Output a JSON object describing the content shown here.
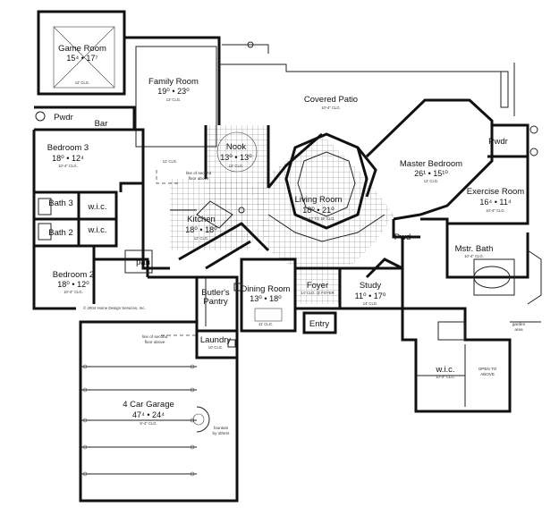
{
  "rooms": {
    "game_room": {
      "name": "Game Room",
      "dims": "15⁴ • 17⁷",
      "ceiling": "12' CLG."
    },
    "family_room": {
      "name": "Family Room",
      "dims": "19⁰ • 23⁰",
      "ceiling": "13' CLG."
    },
    "covered_patio": {
      "name": "Covered Patio",
      "ceiling": "10'-4\" CLG."
    },
    "pwdr_1": {
      "name": "Pwdr"
    },
    "bar": {
      "name": "Bar"
    },
    "bedroom_3": {
      "name": "Bedroom 3",
      "dims": "18⁰ • 12⁴",
      "ceiling": "10'-4\" CLG."
    },
    "nook": {
      "name": "Nook",
      "dims": "13⁰ • 13⁰",
      "ceiling": "12' CLG."
    },
    "master_bedroom": {
      "name": "Master Bedroom",
      "dims": "26¹ • 15¹⁰",
      "ceiling": "12' CLG."
    },
    "pwdr_2": {
      "name": "Pwdr"
    },
    "exercise_room": {
      "name": "Exercise Room",
      "dims": "16⁴ • 11⁴",
      "ceiling": "10'-4\" CLG."
    },
    "living_room": {
      "name": "Living Room",
      "dims": "18⁰ • 21⁰",
      "ceiling": "VAULT TO 16' CLG."
    },
    "bath_3": {
      "name": "Bath 3"
    },
    "wic_1": {
      "name": "w.i.c."
    },
    "bath_2": {
      "name": "Bath 2"
    },
    "wic_2": {
      "name": "w.i.c."
    },
    "kitchen": {
      "name": "Kitchen",
      "dims": "18⁰ • 18⁰",
      "ceiling": "12' CLG."
    },
    "pwd": {
      "name": "Pwd"
    },
    "mstr_bath": {
      "name": "Mstr. Bath",
      "ceiling": "10'-4\" CLG."
    },
    "bedroom_2": {
      "name": "Bedroom 2",
      "dims": "18⁰ • 12⁰",
      "ceiling": "10'-4\" CLG."
    },
    "pan": {
      "name": "pan"
    },
    "butlers_pantry": {
      "name1": "Butler's",
      "name2": "Pantry"
    },
    "dining_room": {
      "name": "Dining Room",
      "dims": "13⁰ • 18⁰",
      "ceiling": "11' CLG."
    },
    "foyer": {
      "name": "Foyer",
      "ceiling": "14' CLG. @ FOYER"
    },
    "study": {
      "name": "Study",
      "dims": "11⁰ • 17⁰",
      "ceiling": "14' CLG."
    },
    "entry": {
      "name": "Entry"
    },
    "laundry": {
      "name": "Laundry",
      "ceiling": "10' CLG."
    },
    "wic_master": {
      "name": "w.i.c.",
      "ceiling": "10'-4\" CLG."
    },
    "garage": {
      "name": "4 Car Garage",
      "dims": "47⁴ • 24⁴",
      "ceiling": "9'-4\" CLG."
    }
  },
  "notes": {
    "second_floor_1a": "line of second",
    "second_floor_1b": "floor above",
    "second_floor_2a": "line of second",
    "second_floor_2b": "floor above",
    "open_above_1": "OPEN TO",
    "open_above_2": "ABOVE",
    "fountain_1": "fountain",
    "fountain_2": "by others",
    "garden_1": "garden",
    "garden_2": "area",
    "vault_ceiling": "12' CLG.",
    "copyright": "© 2004 Home Design Services, Inc."
  }
}
